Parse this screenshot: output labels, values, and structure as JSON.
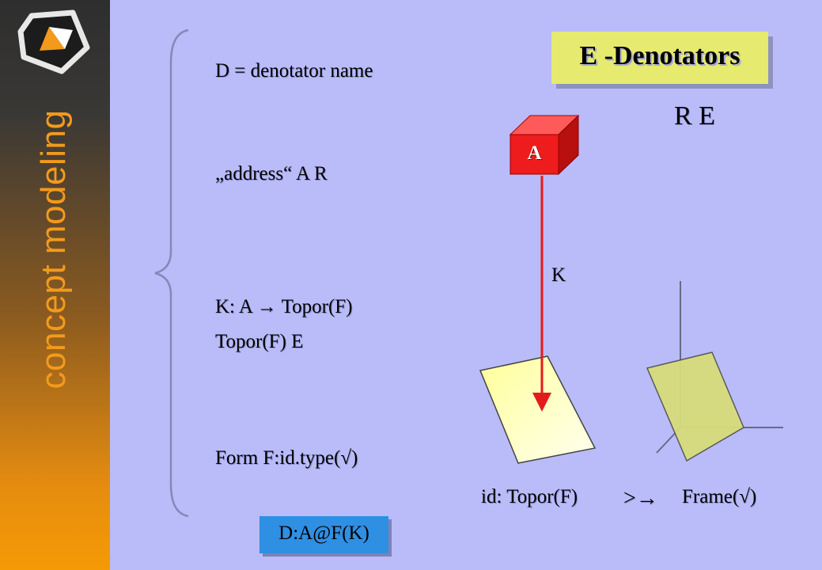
{
  "sidebar": {
    "title": "concept modeling",
    "logo": "brand-logo-icon"
  },
  "title": "E -Denotators",
  "relation": "R  E",
  "left_column": {
    "line1": "D = denotator name",
    "line2": "„address“ A  R",
    "line3": "K: A → Topor(F)",
    "line4": "Topor(F)  E",
    "line5": "Form F:id.type(√)"
  },
  "cube_label": "A",
  "arrow_label": "K",
  "bottom_map": {
    "left": "id: Topor(F)",
    "arrow": ">→",
    "right": "Frame(√)"
  },
  "formula": "D:A@F(K)",
  "colors": {
    "background": "#b9bcf8",
    "title_box": "#e6ea6e",
    "cube": "#ee1c1c",
    "arrow": "#e31b1b",
    "formula_box": "#2f8fe3",
    "sidebar_text": "#f39a1c"
  }
}
